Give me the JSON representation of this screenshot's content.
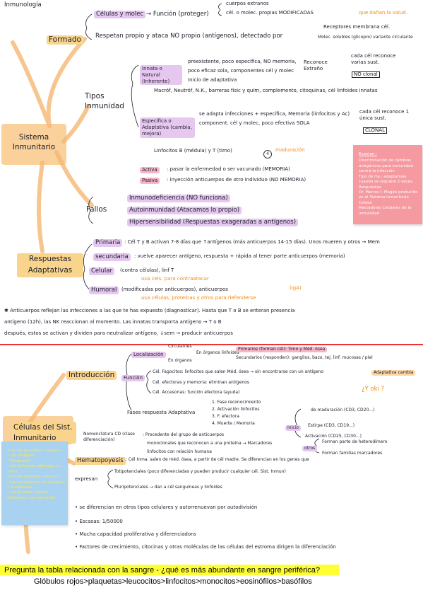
{
  "header": {
    "title": "Inmunología"
  },
  "top": {
    "formado": "Formado",
    "celulas": "Células y molec",
    "funcion": "→ Función (proteger)",
    "cuerpos_extranos": "cuerpos extranos",
    "cel_molec": "cél. o molec. propias MODIFICADAS",
    "que_danan": "que dañan la salud.",
    "respetan": "Respetan propio y ataca NO propio (antígenos), detectado por",
    "receptores": "Receptores membrana cél.",
    "molec_solubles": "Molec. solubles (glicopro) variante circulante",
    "sistema": "Sistema Inmunitario",
    "tipos": "Tipos Inmunidad",
    "innata": "Innata o Natural (Inherente)",
    "innata_desc1": "preexistente, poco específica, NO memoria,",
    "innata_desc2": "poco eficaz sola, componentes cél y molec",
    "innata_desc3": "Inicio de adaptativa",
    "reconoce": "Reconoce Extraño",
    "cada_cel": "cada cél reconoce varias sust.",
    "no_clonal": "NO clonal",
    "innata_list": "Macróf, Neutróf, N.K., barreras físic y quím, complemento, citoquinas, cél linfoides innatas",
    "especifica": "Específica o Adaptativa (cambia, mejora)",
    "esp_desc1": "se adapta infecciones + específica, Memoria (linfocitos y Ac)",
    "esp_desc2": "component. cél y molec, poco efectiva SOLA",
    "cada_cel2": "cada cél reconoce 1 única sust.",
    "clonal": "CLONAL",
    "linfocitos": "Linfocitos B (médula) y T (timo)",
    "maduracion": "maduración",
    "circle4": "4",
    "activa_label": "Activa",
    "activa_desc": ": pasar la enfermedad o ser vacunado (MEMORIA)",
    "pasiva_label": "Pasiva",
    "pasiva_desc": ": inyección anticuerpos de otro individuo (NO MEMORIA)",
    "fallos": "Fallos",
    "fallo1": "Inmunodeficiencia (NO funciona)",
    "fallo2": "Autoinmunidad (Atacamos lo propio)",
    "fallo3": "Hipersensibilidad (Respuestas exageradas a antígenos)",
    "respuestas": "Respuestas Adaptativas",
    "primaria_l": "Primaria",
    "primaria_d": ": Cél T y B activan 7-8 días que ↑antígenos (más anticuerpos 14-15 días). Unos mueren y otros → Mem",
    "secundaria_l": "secundaria",
    "secundaria_d": ": vuelve aparecer antígeno, respuesta + rápida al tener parte anticuerpos (memoria)",
    "celular_l": "Celular",
    "celular_d": "(contra células), linf T",
    "celular_note": "usa cels. para contraatacar",
    "humoral_l": "Humoral",
    "humoral_d": "(modificadas por anticuerpos), anticuerpos",
    "igA": "(IgA)",
    "humoral_note": "usa células, proteínas y otros para defenderse",
    "para1": "✱ Anticuerpos reflejan las infecciones a las que te has expuesto (diagnosticar). Hasta que T o B se enteran presencia",
    "para2": "antígeno (12h), las NK reaccionan al momento. Las innatas transporta antígeno → T o B",
    "para3": "después, estos se activan y dividen para neutralizar antígeno, ↓sem → producir anticuerpos"
  },
  "pink_note": {
    "title": "Examen :",
    "items": [
      "Discriminación de cambios antigénicos para inmunidad contra la infección",
      "Tipo de rta.: adaptativas cuando se requiere 2 veces",
      "Respuestas",
      "Dr. Marcos I. Magán producido en el Sistema inmunitario Celular",
      "Marcadores Celulares de la inmunidad"
    ]
  },
  "bottom": {
    "celulas_title": "Células del Sist. Inmunitario",
    "introduccion": "Introducción",
    "localizacion": "Localización",
    "circulantes": "Circulantes",
    "organos": "En órganos",
    "en_organos": "En órganos linfoides",
    "primarios": "Primarios (forman cél): Timo y Méd. ósea",
    "secundarios": "Secundarios (responden): ganglios, bazo, tej. linf. mucosas / piel",
    "funcion": "Función",
    "f1": "Cél. Fagocitos: linfocitos que salen Méd. ósea → sin encontrarse con un antígeno",
    "adaptativa_cambia": "Adaptativa cambia",
    "f2": "Cél. efectoras y memoria: eliminan antígenos",
    "f3": "Cél. Accesorias: función efectora (ayuda)",
    "yoki": "¿Y oki ?",
    "fases": "Fases respuesta Adaptativa",
    "fase_list": [
      "1. Fase reconocimiento",
      "2. Activación linfocitos",
      "3. F. efectora",
      "4. Muerte / Memoria"
    ],
    "inicio": "Inicio",
    "nomenclatura": "Nomenclatura CD (clase diferenciación)",
    "nomencl_desc1": ": Procedente del grupo de anticuerpos",
    "nomencl_desc2": "monoclonales que reconocen a una proteína → Marcadores",
    "nomencl_desc3": "linfocitos con relación humana",
    "de_maduracion": "de maduración (CD3, CD20...)",
    "estirpe": "Estirpe (CD3, CD19...)",
    "activacion": "Activación (CD25, CD30...)",
    "otros": "otros",
    "forman_parte": "Forman parte de heterodímero",
    "forman_familias": "Forman familias marcadores",
    "hemato_l": "Hematopoyesis",
    "hemato_d": ": Cél Inma. salen de méd. ósea, a partir de cél madre. Se diferencian en los genes que",
    "expresan": "expresan",
    "totipot": "Totipotenciales (poco diferenciadas y pueden producir cualquier cél. Sist. Inmun)",
    "pluripot": "Pluripotenciales → dan a cél sanguíneas y linfoides",
    "bullet1": "• se diferencian en otros tipos celulares y autorrenuevan por autodivisión",
    "bullet2": "• Escasas: 1/50000",
    "bullet3": "• Mucha capacidad proliferativa y diferenciadora",
    "bullet4": "• Factores de crecimiento, citocinas y otras moléculas de las células del estroma dirigen la diferenciación"
  },
  "blue_note": {
    "items": [
      "linfocito de origen (\"virgen\")",
      "• sin antígeno",
      "• Progenitor",
      "• sin la función efectora, ni mem",
      "linfocito activado (\"efector\")",
      "• ha activado por su antígeno",
      "• a memoria",
      "• ha dividido (clones efectores y de memoria)"
    ]
  },
  "question": {
    "text": "Pregunta la tabla relacionada con la sangre - ¿qué es más abundante en sangre periférica?",
    "answer": "Glóbulos rojos>plaquetas>leucocitos>linfocitos>monocitos>eosinófilos>basófilos"
  }
}
